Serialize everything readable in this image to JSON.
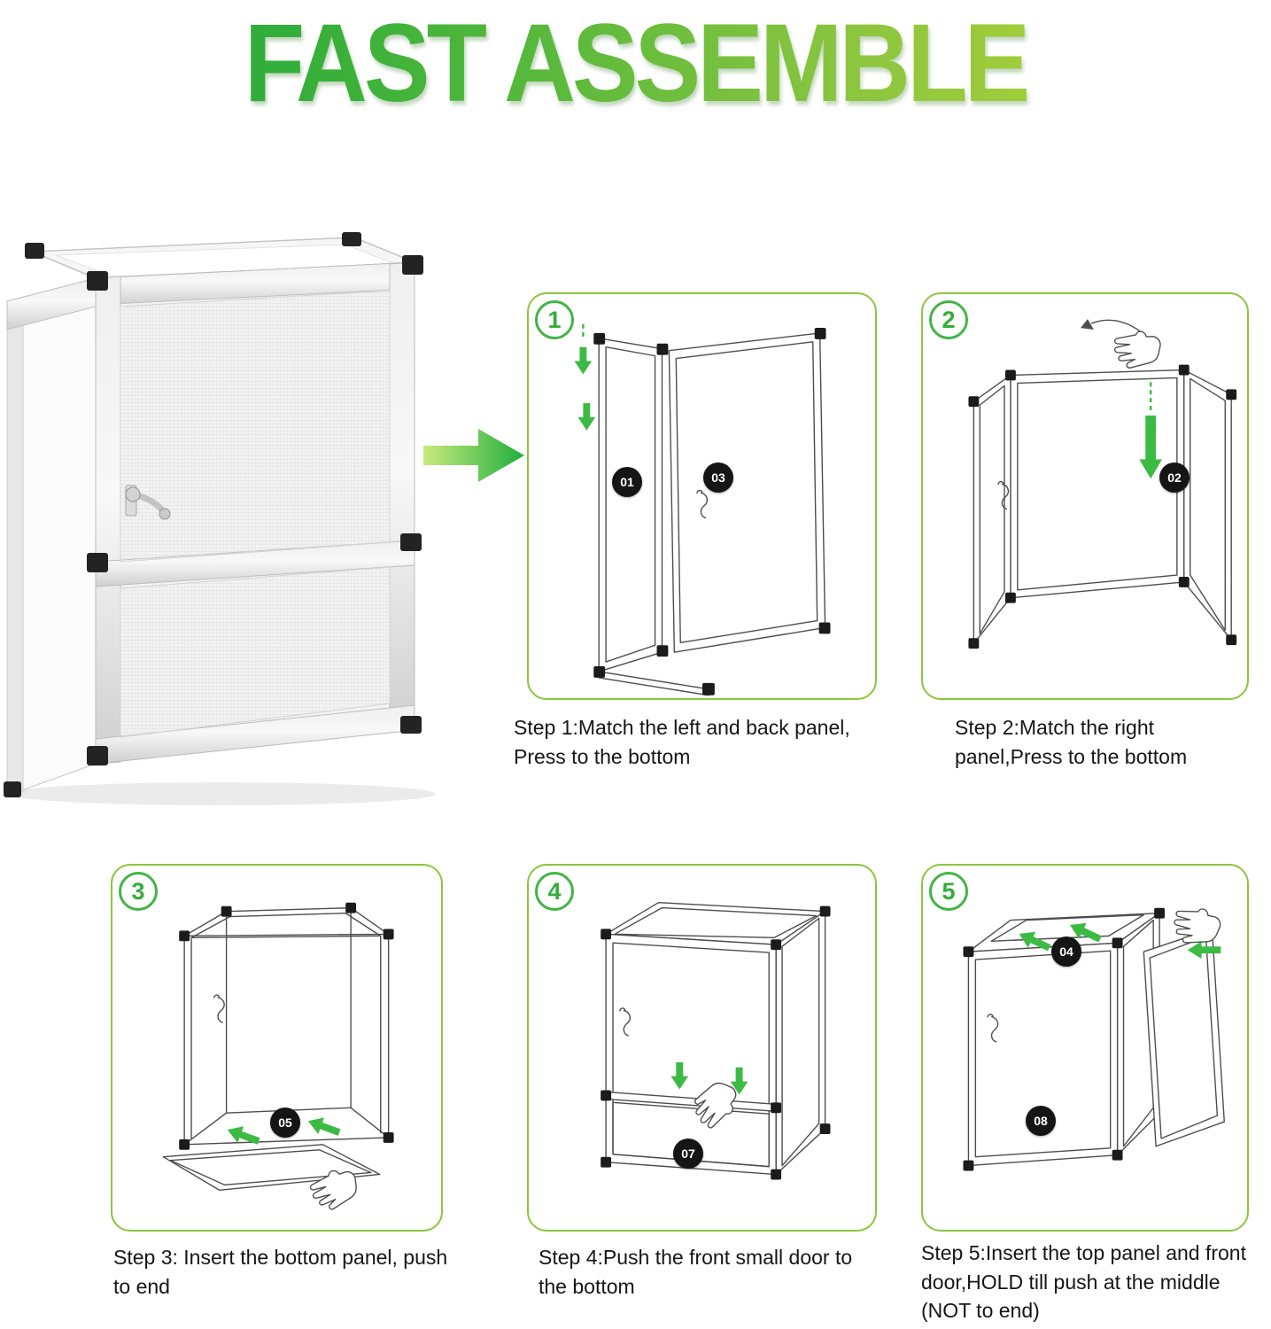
{
  "title": "FAST ASSEMBLE",
  "colors": {
    "title_gradient_start": "#13a339",
    "title_gradient_end": "#bdd631",
    "box_border_green": "#8cc63e",
    "arrow_green": "#3cbb44",
    "badge_black": "#151515"
  },
  "product": {
    "name": "mesh reptile cage with latch door"
  },
  "steps": [
    {
      "number": "1",
      "caption": "Step 1:Match the left and back panel, Press to the bottom",
      "parts": [
        "01",
        "03"
      ]
    },
    {
      "number": "2",
      "caption": "Step 2:Match the right panel,Press to the bottom",
      "parts": [
        "02"
      ]
    },
    {
      "number": "3",
      "caption": "Step 3: Insert the bottom panel, push to end",
      "parts": [
        "05"
      ]
    },
    {
      "number": "4",
      "caption": "Step 4:Push the front small door to the bottom",
      "parts": [
        "07"
      ]
    },
    {
      "number": "5",
      "caption": "Step 5:Insert the top panel and front door,HOLD till push at the middle (NOT to end)",
      "parts": [
        "04",
        "08"
      ]
    }
  ]
}
